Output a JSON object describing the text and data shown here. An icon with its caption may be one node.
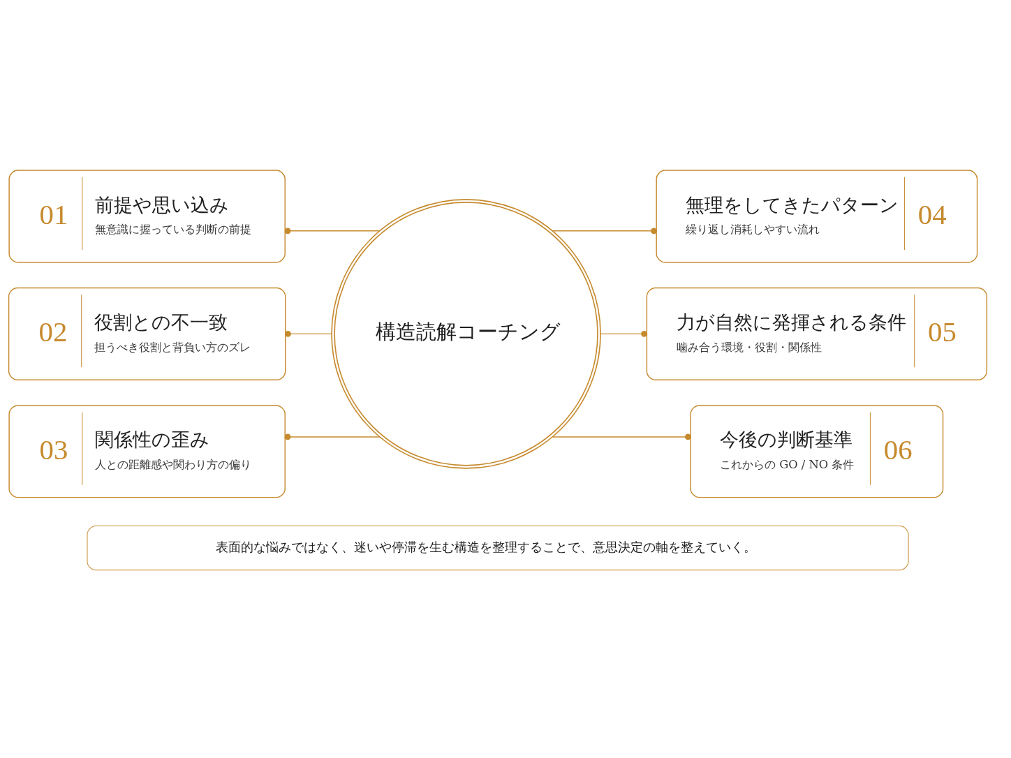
{
  "diagram": {
    "caption": "表面的な悩みではなく、迷いや停滞を生む構造を整理することで、意思決定の軸を整えていく。",
    "nodes": [
      {
        "text": [
          "01",
          "前提や思い込み",
          "無意識に握っている判断の前提"
        ]
      },
      {
        "text": [
          "無理をしてきたパターン",
          "繰り返し消耗しやすい流れ",
          "04"
        ]
      },
      {
        "text": [
          "02",
          "役割との不一致",
          "担うべき役割と背負い方のズレ"
        ]
      },
      {
        "text": [
          "構造読解コーチング"
        ]
      },
      {
        "text": [
          "力が自然に発揮される条件",
          "噛み合う環境・役割・関係性",
          "05"
        ]
      },
      {
        "text": [
          "03",
          "関係性の歪み",
          "人との距離感や関わり方の偏り"
        ]
      },
      {
        "text": [
          "今後の判断基準",
          "これからの GO / NO 条件",
          "06"
        ]
      }
    ],
    "edges": [
      {
        "from": 3,
        "to": 0,
        "arrow": "other"
      },
      {
        "from": 3,
        "to": 1,
        "arrow": "other"
      },
      {
        "from": 3,
        "to": 2,
        "arrow": "other"
      },
      {
        "from": 3,
        "to": 4,
        "arrow": "other"
      },
      {
        "from": 3,
        "to": 5,
        "arrow": "other"
      },
      {
        "from": 3,
        "to": 6,
        "arrow": "other"
      }
    ]
  }
}
